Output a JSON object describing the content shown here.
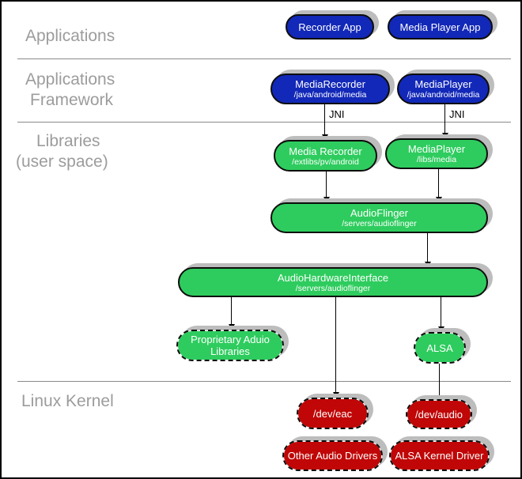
{
  "sections": [
    {
      "id": "applications",
      "lines": [
        "Applications"
      ]
    },
    {
      "id": "applications-framework",
      "lines": [
        "Applications",
        "Framework"
      ]
    },
    {
      "id": "libraries-user-space",
      "lines": [
        "Libraries",
        "(user space)"
      ]
    },
    {
      "id": "linux-kernel",
      "lines": [
        "Linux Kernel"
      ]
    }
  ],
  "nodes": {
    "recorder_app": {
      "title": "Recorder App"
    },
    "media_player_app": {
      "title": "Media Player App"
    },
    "media_recorder_framework": {
      "title": "MediaRecorder",
      "subtitle": "/java/android/media"
    },
    "media_player_framework": {
      "title": "MediaPlayer",
      "subtitle": "/java/android/media"
    },
    "media_recorder_lib": {
      "title": "Media Recorder",
      "subtitle": "/extlibs/pv/android"
    },
    "media_player_lib": {
      "title": "MediaPlayer",
      "subtitle": "/libs/media"
    },
    "audio_flinger": {
      "title": "AudioFlinger",
      "subtitle": "/servers/audioflinger"
    },
    "audio_hardware_interface": {
      "title": "AudioHardwareInterface",
      "subtitle": "/servers/audioflinger"
    },
    "proprietary_audio_libraries": {
      "title": "Proprietary Aduio Libraries"
    },
    "alsa": {
      "title": "ALSA"
    },
    "dev_eac": {
      "title": "/dev/eac"
    },
    "dev_audio": {
      "title": "/dev/audio"
    },
    "other_audio_drivers": {
      "title": "Other Audio Drivers"
    },
    "alsa_kernel_driver": {
      "title": "ALSA Kernel Driver"
    }
  },
  "edges": [
    {
      "from": "media_recorder_framework",
      "to": "media_recorder_lib",
      "label": "JNI"
    },
    {
      "from": "media_player_framework",
      "to": "media_player_lib",
      "label": "JNI"
    },
    {
      "from": "media_recorder_lib",
      "to": "audio_flinger",
      "label": ""
    },
    {
      "from": "media_player_lib",
      "to": "audio_flinger",
      "label": ""
    },
    {
      "from": "audio_flinger",
      "to": "audio_hardware_interface",
      "label": ""
    },
    {
      "from": "audio_hardware_interface",
      "to": "proprietary_audio_libraries",
      "label": ""
    },
    {
      "from": "audio_hardware_interface",
      "to": "dev_eac",
      "label": ""
    },
    {
      "from": "audio_hardware_interface",
      "to": "alsa",
      "label": ""
    },
    {
      "from": "alsa",
      "to": "dev_audio",
      "label": ""
    }
  ],
  "colors": {
    "app_blue": "#1228b8",
    "lib_green": "#2ecc5e",
    "kernel_red": "#c00606",
    "shadow_gray": "#bdbdbd",
    "section_label_gray": "#9c9c9c",
    "box_text": "#ffffff"
  }
}
